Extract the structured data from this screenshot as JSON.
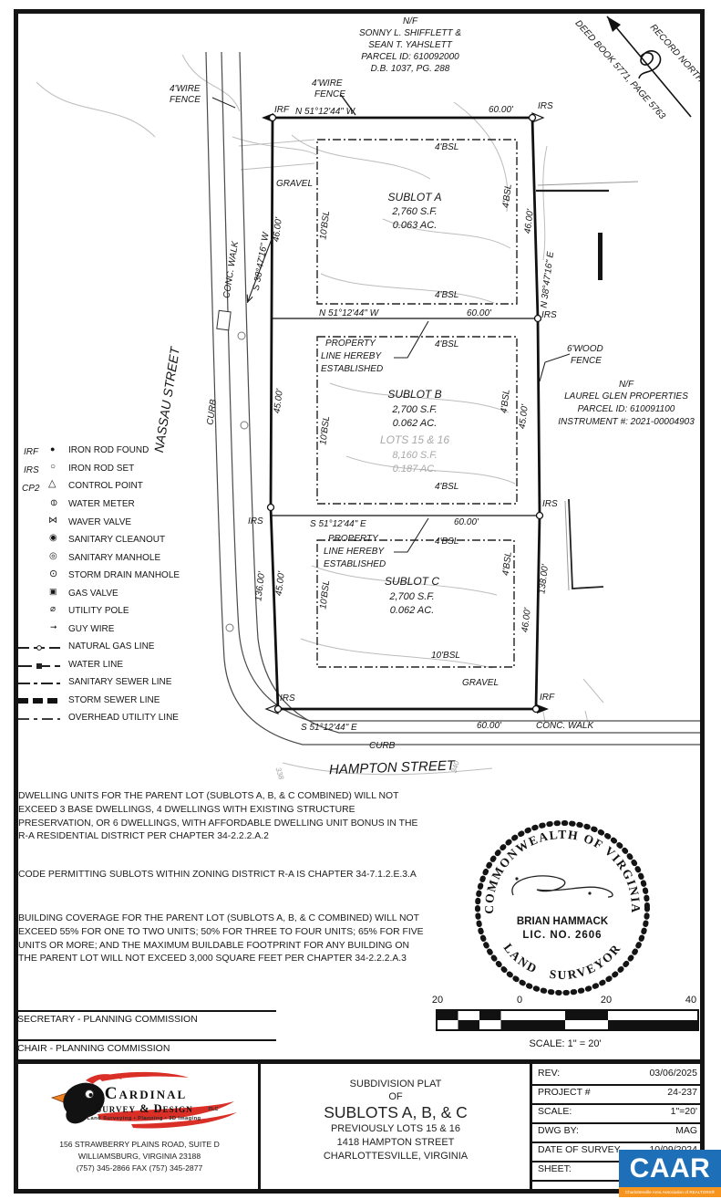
{
  "north": {
    "record": "RECORD NORTH",
    "deed": "DEED BOOK 5771, PAGE 5763"
  },
  "adjoiner_top": [
    "N/F",
    "SONNY L. SHIFFLETT &",
    "SEAN T. YAHSLETT",
    "PARCEL ID: 610092000",
    "D.B. 1037, PG. 288"
  ],
  "adjoiner_right": [
    "N/F",
    "LAUREL GLEN PROPERTIES",
    "PARCEL ID: 610091100",
    "INSTRUMENT #: 2021-00004903"
  ],
  "streets": {
    "nassau": "NASSAU STREET",
    "hampton": "HAMPTON STREET",
    "conc_walk": "CONC. WALK",
    "curb": "CURB"
  },
  "bearings": {
    "n51": "N 51°12'44\" W",
    "s51": "S 51°12'44\" E",
    "s38": "S 38°47'16\" W",
    "n38": "N 38°47'16\" E"
  },
  "dims": {
    "d60": "60.00'",
    "d46": "46.00'",
    "d45": "45.00'",
    "d136": "136.00'",
    "d138": "138.00'"
  },
  "markers": {
    "irf": "IRF",
    "irs": "IRS"
  },
  "fences": {
    "wire1": "4'WIRE",
    "wire2": "FENCE",
    "wood1": "6'WOOD",
    "wood2": "FENCE"
  },
  "bsl": {
    "b4": "4'BSL",
    "b10": "10'BSL"
  },
  "surface": {
    "gravel": "GRAVEL"
  },
  "property_line_note": [
    "PROPERTY",
    "LINE HEREBY",
    "ESTABLISHED"
  ],
  "sublots": [
    {
      "name": "SUBLOT A",
      "area_sf": "2,760 S.F.",
      "area_ac": "0.063 AC."
    },
    {
      "name": "SUBLOT B",
      "area_sf": "2,700 S.F.",
      "area_ac": "0.062 AC."
    },
    {
      "name": "SUBLOT C",
      "area_sf": "2,700 S.F.",
      "area_ac": "0.062 AC."
    }
  ],
  "parent_lot": {
    "name": "LOTS 15 & 16",
    "area_sf": "8,160 S.F.",
    "area_ac": "0.187 AC."
  },
  "contours": {
    "c338": "338",
    "c340": "340"
  },
  "legend": {
    "items": [
      {
        "prefix": "IRF",
        "label": "IRON ROD FOUND"
      },
      {
        "prefix": "IRS",
        "label": "IRON ROD SET"
      },
      {
        "prefix": "CP2",
        "label": "CONTROL POINT"
      },
      {
        "label": "WATER METER"
      },
      {
        "label": "WAVER VALVE"
      },
      {
        "label": "SANITARY CLEANOUT"
      },
      {
        "label": "SANITARY MANHOLE"
      },
      {
        "label": "STORM DRAIN MANHOLE"
      },
      {
        "label": "GAS VALVE"
      },
      {
        "label": "UTILITY POLE"
      },
      {
        "label": "GUY WIRE"
      },
      {
        "label": "NATURAL GAS LINE"
      },
      {
        "label": "WATER LINE"
      },
      {
        "label": "SANITARY SEWER LINE"
      },
      {
        "label": "STORM SEWER LINE"
      },
      {
        "label": "OVERHEAD UTILITY LINE"
      }
    ]
  },
  "notes": [
    "DWELLING UNITS FOR THE PARENT LOT (SUBLOTS A, B, & C COMBINED) WILL NOT EXCEED 3 BASE DWELLINGS, 4 DWELLINGS WITH EXISTING STRUCTURE PRESERVATION, OR 6 DWELLINGS, WITH AFFORDABLE DWELLING UNIT BONUS IN THE R-A RESIDENTIAL DISTRICT PER CHAPTER 34-2.2.2.A.2",
    "CODE PERMITTING SUBLOTS WITHIN ZONING DISTRICT R-A IS CHAPTER 34-7.1.2.E.3.A",
    "BUILDING COVERAGE FOR THE PARENT LOT (SUBLOTS A, B, & C COMBINED) WILL NOT EXCEED 55% FOR ONE TO TWO UNITS; 50% FOR THREE TO FOUR UNITS; 65% FOR FIVE UNITS OR MORE; AND THE MAXIMUM BUILDABLE FOOTPRINT FOR ANY BUILDING ON THE PARENT LOT WILL NOT EXCEED 3,000 SQUARE FEET PER CHAPTER 34-2.2.2.A.3"
  ],
  "seal": {
    "arc_top": "COMMONWEALTH OF VIRGINIA",
    "name": "BRIAN HAMMACK",
    "license": "LIC. NO. 2606",
    "arc_bottom": "LAND SURVEYOR"
  },
  "scalebar": {
    "t20a": "20",
    "t0": "0",
    "t20b": "20",
    "t40": "40",
    "caption": "SCALE: 1\" = 20'"
  },
  "approvals": {
    "secretary": "SECRETARY - PLANNING COMMISSION",
    "chair": "CHAIR - PLANNING COMMISSION"
  },
  "firm": {
    "name": "Cardinal",
    "name2": "Survey & Design",
    "plc": "PLC",
    "tagline": "Land Surveying • Planning • 3D Imaging",
    "addr1": "156 STRAWBERRY PLAINS ROAD, SUITE D",
    "addr2": "WILLIAMSBURG, VIRGINIA 23188",
    "phone": "(757) 345-2866   FAX (757) 345-2877"
  },
  "title": {
    "l1": "SUBDIVISION PLAT",
    "l2": "OF",
    "l3": "SUBLOTS A, B, & C",
    "l4": "PREVIOUSLY LOTS 15 & 16",
    "l5": "1418 HAMPTON STREET",
    "l6": "CHARLOTTESVILLE, VIRGINIA"
  },
  "info": {
    "rev_label": "REV:",
    "rev_value": "03/06/2025",
    "project_label": "PROJECT #",
    "project_value": "24-237",
    "scale_label": "SCALE:",
    "scale_value": "1\"=20'",
    "dwg_label": "DWG BY:",
    "dwg_value": "MAG",
    "survey_label": "DATE OF SURVEY",
    "survey_value": "10/09/2024",
    "sheet_label": "SHEET:"
  },
  "caar": {
    "name": "CAAR",
    "tagline": "Charlottesville Area Association of REALTORS®"
  },
  "colors": {
    "caar_blue": "#1d70b7",
    "caar_orange": "#f7941e",
    "cardinal_red": "#d92f27",
    "contour_gray": "#b9b9b9"
  }
}
